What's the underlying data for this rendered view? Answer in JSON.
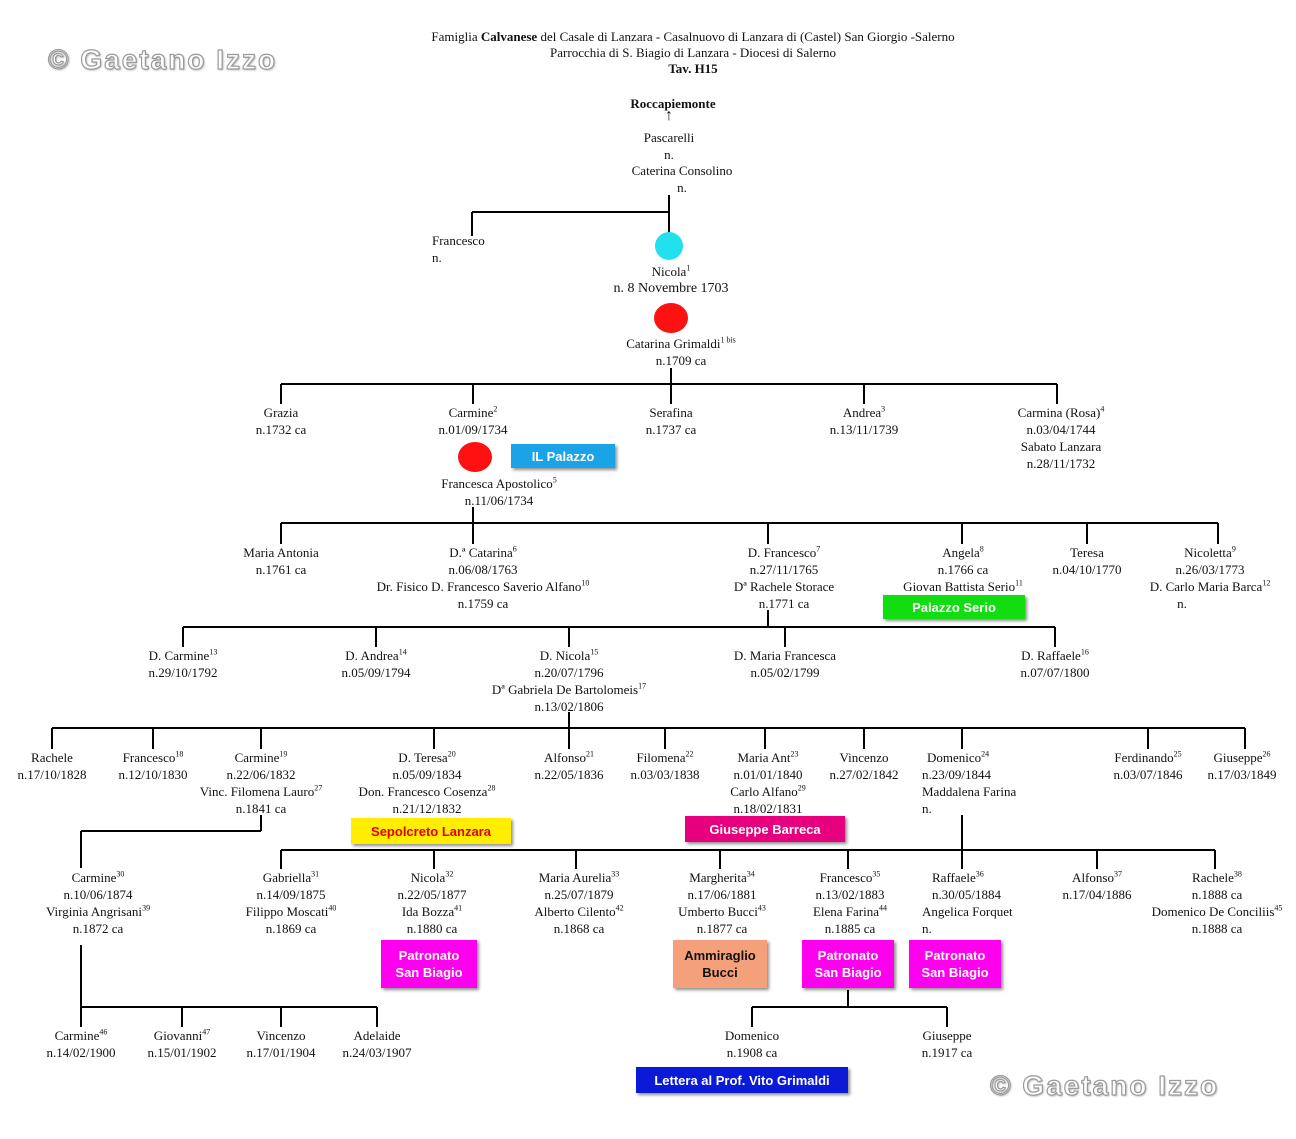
{
  "header": {
    "line1_pre": "Famiglia ",
    "line1_bold": "Calvanese",
    "line1_post": " del Casale di Lanzara - Casalnuovo di Lanzara di (Castel) San Giorgio -Salerno",
    "line2": "Parrocchia di S. Biagio di Lanzara - Diocesi di Salerno",
    "line3": "Tav. H15"
  },
  "watermark": "© Gaetano Izzo",
  "colors": {
    "cyan": "#22e0ee",
    "red": "#ff1111",
    "blue_badge": "#1aa3e6",
    "green_badge": "#11dd11",
    "yellow_badge": "#ffee00",
    "crimson_badge": "#e6007e",
    "magenta_badge": "#ff00ee",
    "salmon_badge": "#f4a07a",
    "navy_badge": "#0a1ad6"
  },
  "badges": {
    "palazzo": "IL Palazzo",
    "palazzo_serio": "Palazzo Serio",
    "sepolcreto": "Sepolcreto Lanzara",
    "barreca": "Giuseppe Barreca",
    "patronato1": "Patronato San Biagio",
    "patronato1_a": "Patronato",
    "patronato1_b": "San Biagio",
    "ammiraglio_a": "Ammiraglio",
    "ammiraglio_b": "Bucci",
    "patronato2_a": "Patronato",
    "patronato2_b": "San Biagio",
    "patronato3_a": "Patronato",
    "patronato3_b": "San Biagio",
    "lettera": "Lettera al Prof. Vito Grimaldi"
  },
  "people": {
    "roccapiemonte": "Roccapiemonte",
    "arrow": "↑",
    "pascarelli": "Pascarelli",
    "pascarelli_n": "n.",
    "caterina": "Caterina Consolino",
    "caterina_n": "n.",
    "francesco0": "Francesco",
    "francesco0_n": "n.",
    "nicola1": "Nicola",
    "nicola1_sup": "1",
    "nicola1_d": "n. 8 Novembre 1703",
    "catarina_g": "Catarina Grimaldi",
    "catarina_g_sup": "1 bis",
    "catarina_g_d": "n.1709 ca",
    "grazia": "Grazia",
    "grazia_d": "n.1732 ca",
    "carmine2": "Carmine",
    "carmine2_sup": "2",
    "carmine2_d": "n.01/09/1734",
    "serafina": "Serafina",
    "serafina_d": "n.1737 ca",
    "andrea3": "Andrea",
    "andrea3_sup": "3",
    "andrea3_d": "n.13/11/1739",
    "carmina4": "Carmina (Rosa)",
    "carmina4_sup": "4",
    "carmina4_d": "n.03/04/1744",
    "carmina4_sp": "Sabato Lanzara",
    "carmina4_spd": "n.28/11/1732",
    "francesca5": "Francesca Apostolico",
    "francesca5_sup": "5",
    "francesca5_d": "n.11/06/1734",
    "maria_antonia": "Maria Antonia",
    "maria_antonia_d": "n.1761 ca",
    "catarina6": "D.ª Catarina",
    "catarina6_sup": "6",
    "catarina6_d": "n.06/08/1763",
    "catarina6_sp": "Dr. Fisico D. Francesco Saverio Alfano",
    "catarina6_sp_sup": "10",
    "catarina6_spd": "n.1759 ca",
    "francesco7": "D. Francesco",
    "francesco7_sup": "7",
    "francesco7_d": "n.27/11/1765",
    "francesco7_sp": "Dª Rachele Storace",
    "francesco7_spd": "n.1771 ca",
    "angela8": "Angela",
    "angela8_sup": "8",
    "angela8_d": "n.1766 ca",
    "angela8_sp": "Giovan Battista Serio",
    "angela8_sp_sup": "11",
    "teresa": "Teresa",
    "teresa_d": "n.04/10/1770",
    "nicoletta9": "Nicoletta",
    "nicoletta9_sup": "9",
    "nicoletta9_d": "n.26/03/1773",
    "nicoletta9_sp": "D. Carlo Maria Barca",
    "nicoletta9_sp_sup": "12",
    "nicoletta9_spd": "n.",
    "carmine13": "D. Carmine",
    "carmine13_sup": "13",
    "carmine13_d": "n.29/10/1792",
    "andrea14": "D. Andrea",
    "andrea14_sup": "14",
    "andrea14_d": "n.05/09/1794",
    "nicola15": "D. Nicola",
    "nicola15_sup": "15",
    "nicola15_d": "n.20/07/1796",
    "nicola15_sp": "Dª Gabriela De Bartolomeis",
    "nicola15_sp_sup": "17",
    "nicola15_spd": "n.13/02/1806",
    "maria_francesca": "D. Maria Francesca",
    "maria_francesca_d": "n.05/02/1799",
    "raffaele16": "D. Raffaele",
    "raffaele16_sup": "16",
    "raffaele16_d": "n.07/07/1800",
    "rachele": "Rachele",
    "rachele_d": "n.17/10/1828",
    "francesco18": "Francesco",
    "francesco18_sup": "18",
    "francesco18_d": "n.12/10/1830",
    "carmine19": "Carmine",
    "carmine19_sup": "19",
    "carmine19_d": "n.22/06/1832",
    "carmine19_sp": "Vinc. Filomena Lauro",
    "carmine19_sp_sup": "27",
    "carmine19_spd": "n.1841 ca",
    "teresa20": "D. Teresa",
    "teresa20_sup": "20",
    "teresa20_d": "n.05/09/1834",
    "teresa20_sp": "Don. Francesco Cosenza",
    "teresa20_sp_sup": "28",
    "teresa20_spd": "n.21/12/1832",
    "alfonso21": "Alfonso",
    "alfonso21_sup": "21",
    "alfonso21_d": "n.22/05/1836",
    "filomena22": "Filomena",
    "filomena22_sup": "22",
    "filomena22_d": "n.03/03/1838",
    "maria_ant23": "Maria Ant",
    "maria_ant23_sup": "23",
    "maria_ant23_d": "n.01/01/1840",
    "maria_ant23_sp": "Carlo Alfano",
    "maria_ant23_sp_sup": "29",
    "maria_ant23_spd": "n.18/02/1831",
    "vincenzo": "Vincenzo",
    "vincenzo_d": "n.27/02/1842",
    "domenico24": "Domenico",
    "domenico24_sup": "24",
    "domenico24_d": "n.23/09/1844",
    "domenico24_sp": "Maddalena Farina",
    "domenico24_spd": "n.",
    "ferdinando25": "Ferdinando",
    "ferdinando25_sup": "25",
    "ferdinando25_d": "n.03/07/1846",
    "giuseppe26": "Giuseppe",
    "giuseppe26_sup": "26",
    "giuseppe26_d": "n.17/03/1849",
    "carmine30": "Carmine",
    "carmine30_sup": "30",
    "carmine30_d": "n.10/06/1874",
    "carmine30_sp": "Virginia Angrisani",
    "carmine30_sp_sup": "39",
    "carmine30_spd": "n.1872 ca",
    "gabriella31": "Gabriella",
    "gabriella31_sup": "31",
    "gabriella31_d": "n.14/09/1875",
    "gabriella31_sp": "Filippo Moscati",
    "gabriella31_sp_sup": "40",
    "gabriella31_spd": "n.1869 ca",
    "nicola32": "Nicola",
    "nicola32_sup": "32",
    "nicola32_d": "n.22/05/1877",
    "nicola32_sp": "Ida Bozza",
    "nicola32_sp_sup": "41",
    "nicola32_spd": "n.1880 ca",
    "maria_aurelia33": "Maria Aurelia",
    "maria_aurelia33_sup": "33",
    "maria_aurelia33_d": "n.25/07/1879",
    "maria_aurelia33_sp": "Alberto Cilento",
    "maria_aurelia33_sp_sup": "42",
    "maria_aurelia33_spd": "n.1868 ca",
    "margherita34": "Margherita",
    "margherita34_sup": "34",
    "margherita34_d": "n.17/06/1881",
    "margherita34_sp": "Umberto Bucci",
    "margherita34_sp_sup": "43",
    "margherita34_spd": "n.1877 ca",
    "francesco35": "Francesco",
    "francesco35_sup": "35",
    "francesco35_d": "n.13/02/1883",
    "francesco35_sp": "Elena Farina",
    "francesco35_sp_sup": "44",
    "francesco35_spd": "n.1885 ca",
    "raffaele36": "Raffaele",
    "raffaele36_sup": "36",
    "raffaele36_d": "n.30/05/1884",
    "raffaele36_sp": "Angelica Forquet",
    "raffaele36_spd": "n.",
    "alfonso37": "Alfonso",
    "alfonso37_sup": "37",
    "alfonso37_d": "n.17/04/1886",
    "rachele38": "Rachele",
    "rachele38_sup": "38",
    "rachele38_d": "n.1888 ca",
    "rachele38_sp": "Domenico De Conciliis",
    "rachele38_sp_sup": "45",
    "rachele38_spd": "n.1888 ca",
    "carmine46": "Carmine",
    "carmine46_sup": "46",
    "carmine46_d": "n.14/02/1900",
    "giovanni47": "Giovanni",
    "giovanni47_sup": "47",
    "giovanni47_d": "n.15/01/1902",
    "vincenzo2": "Vincenzo",
    "vincenzo2_d": "n.17/01/1904",
    "adelaide": "Adelaide",
    "adelaide_d": "n.24/03/1907",
    "domenico_b": "Domenico",
    "domenico_b_d": "n.1908 ca",
    "giuseppe_b": "Giuseppe",
    "giuseppe_b_d": "n.1917 ca"
  }
}
